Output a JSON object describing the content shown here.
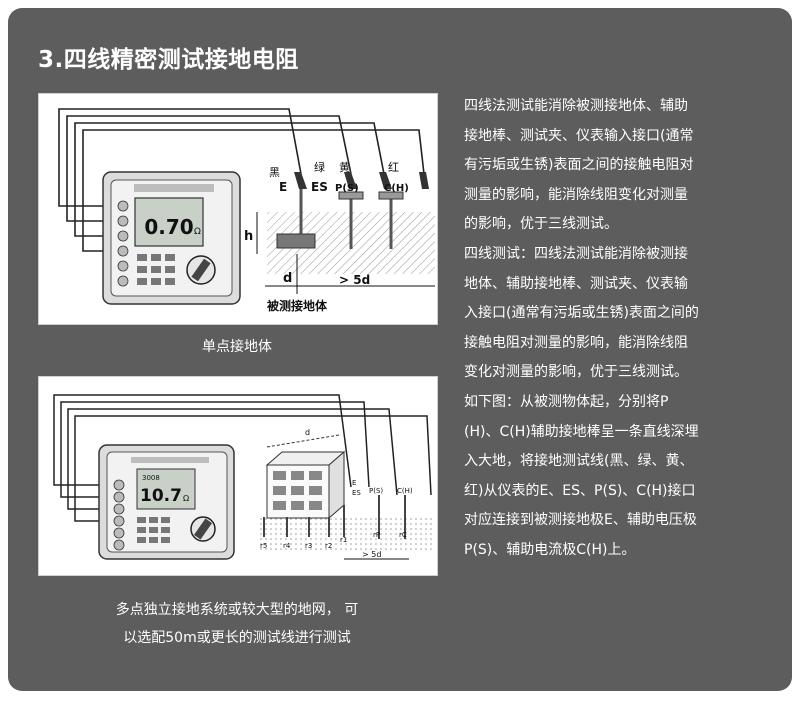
{
  "heading": "3.四线精密测试接地电阻",
  "figure1": {
    "caption": "单点接地体",
    "wire_colors": [
      "黑",
      "绿",
      "黄",
      "红"
    ],
    "terminals": [
      "E",
      "ES",
      "P(S)",
      "C(H)"
    ],
    "meter_reading": "0.70",
    "meter_unit": "Ω",
    "depth_label": "h",
    "distance_label": "d",
    "spacing_label": "> 5d",
    "ground_label": "被测接地体"
  },
  "figure2": {
    "caption_lines": [
      "多点独立接地系统或较大型的地网， 可",
      "以选配50m或更长的测试线进行测试"
    ],
    "meter_reading": "10.7",
    "meter_small": "3008",
    "meter_unit": "Ω",
    "distance_label": "d",
    "spacing_label": "> 5d",
    "terminal_labels": [
      "E",
      "ES",
      "P(S)",
      "C(H)"
    ],
    "electrode_labels": [
      "r5",
      "r4",
      "r3",
      "r2",
      "r1",
      "rP",
      "rC"
    ]
  },
  "body_lines": [
    "四线法测试能消除被测接地体、辅助",
    "接地棒、测试夹、仪表输入接口(通常",
    "有污垢或生锈)表面之间的接触电阻对",
    "测量的影响，能消除线阻变化对测量",
    "的影响，优于三线测试。",
    "四线测试：四线法测试能消除被测接",
    "地体、辅助接地棒、测试夹、仪表输",
    "入接口(通常有污垢或生锈)表面之间的",
    "接触电阻对测量的影响，能消除线阻",
    "变化对测量的影响，优于三线测试。",
    "如下图：从被测物体起，分别将P",
    "(H)、C(H)辅助接地棒呈一条直线深埋",
    "入大地，将接地测试线(黑、绿、黄、",
    "红)从仪表的E、ES、P(S)、C(H)接口",
    "对应连接到被测接地极E、辅助电压极",
    "P(S)、辅助电流极C(H)上。"
  ]
}
